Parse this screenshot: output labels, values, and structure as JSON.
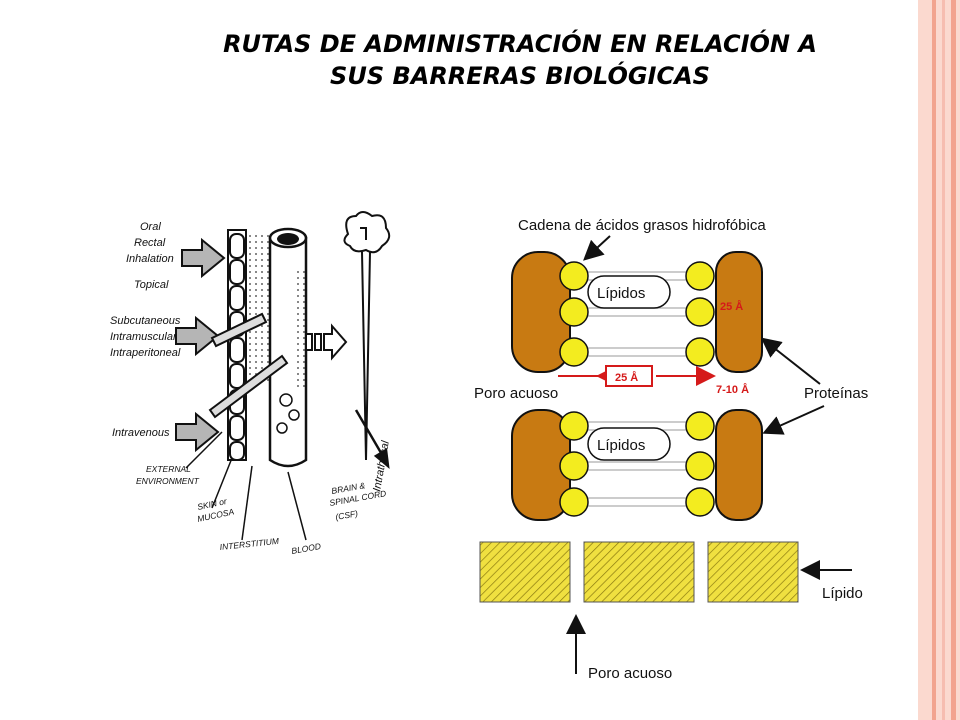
{
  "slide": {
    "title_line1": "RUTAS DE ADMINISTRACIÓN EN RELACIÓN A",
    "title_line2": "SUS BARRERAS BIOLÓGICAS",
    "accent_color": "#f4b3a4"
  },
  "left_diagram": {
    "routes": {
      "oral": "Oral",
      "rectal": "Rectal",
      "inhalation": "Inhalation",
      "topical": "Topical",
      "subcutaneous": "Subcutaneous",
      "intramuscular": "Intramuscular",
      "intraperitoneal": "Intraperitoneal",
      "intravenous": "Intravenous",
      "intrathecal": "Intrathecal"
    },
    "labels": {
      "external_1": "EXTERNAL",
      "external_2": "ENVIRONMENT",
      "skin_1": "SKIN or",
      "skin_2": "MUCOSA",
      "interstitium": "INTERSTITIUM",
      "blood": "BLOOD",
      "brain_1": "BRAIN &",
      "brain_2": "SPINAL CORD",
      "brain_3": "(CSF)"
    }
  },
  "right_diagram": {
    "chain_label": "Cadena de ácidos grasos hidrofóbica",
    "lipids_top": "Lípidos",
    "lipids_bottom": "Lípidos",
    "protein_size": "25 Å",
    "pore_size": "25 Å",
    "gap_size": "7-10 Å",
    "pore_label": "Poro acuoso",
    "proteins_label": "Proteínas",
    "lipid_label": "Lípido",
    "pore_label_bottom": "Poro acuoso",
    "colors": {
      "protein": "#c87a12",
      "lipid_head": "#f3ec1f",
      "lipid_block": "#f0e040",
      "size_red": "#d51a1a"
    }
  }
}
